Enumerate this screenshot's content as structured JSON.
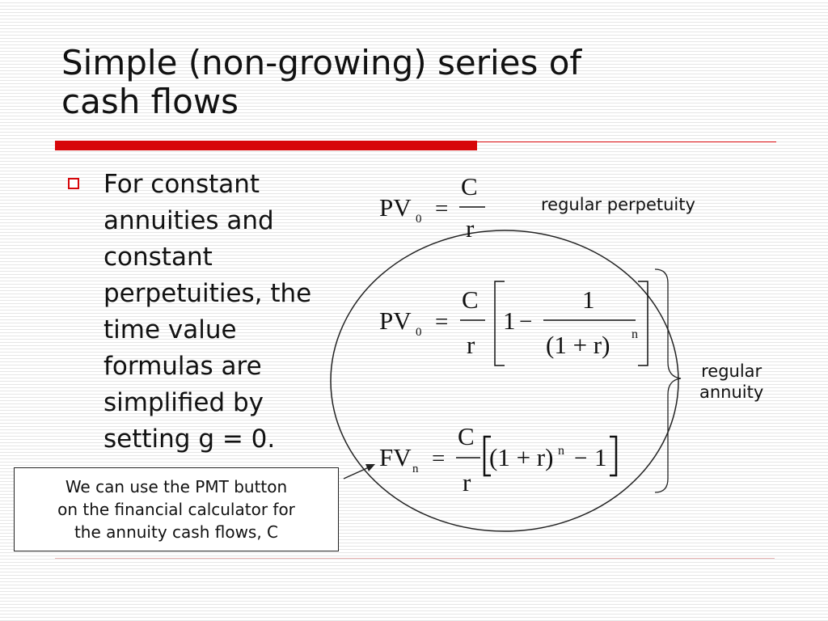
{
  "title": {
    "line1": "Simple (non-growing) series of",
    "line2": "cash flows"
  },
  "bullet": {
    "lines": [
      "For constant",
      "annuities and",
      "constant",
      "perpetuities, the",
      "time value",
      "formulas are",
      "simplified by",
      "setting g = 0."
    ]
  },
  "note": {
    "lines": [
      "We can use the PMT button",
      "on the financial calculator for",
      "the annuity cash flows, C"
    ]
  },
  "labels": {
    "regular_perpetuity": "regular perpetuity",
    "regular_annuity": [
      "regular",
      "annuity"
    ]
  },
  "formulas": {
    "perpetuity": {
      "lhs": "PV",
      "lhs_sub": "0",
      "eq": "=",
      "num": "C",
      "den": "r"
    },
    "annuity_pv": {
      "lhs": "PV",
      "lhs_sub": "0",
      "eq": "=",
      "num": "C",
      "den": "r",
      "one": "1",
      "minus": "−",
      "inner_num": "1",
      "inner_den": "(1 + r)",
      "exp": "n"
    },
    "annuity_fv": {
      "lhs": "FV",
      "lhs_sub": "n",
      "eq": "=",
      "num": "C",
      "den": "r",
      "bracket": "(1 + r)",
      "exp": "n",
      "minus": "−",
      "one": "1"
    }
  },
  "colors": {
    "accent": "#d7060a",
    "text": "#111111"
  }
}
